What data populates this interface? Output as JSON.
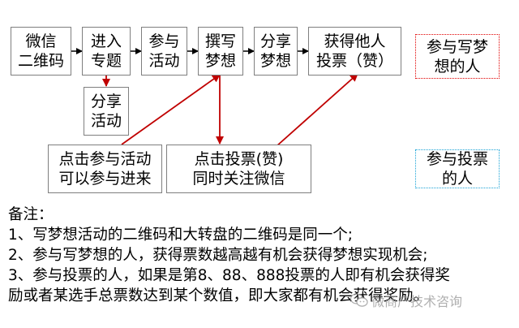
{
  "flow": {
    "wechat_qr": "微信\n二维码",
    "enter_topic": "进入\n专题",
    "join_activity": "参与\n活动",
    "write_dream": "撰写\n梦想",
    "share_dream": "分享\n梦想",
    "get_votes": "获得他人\n投票（赞）",
    "share_activity": "分享\n活动",
    "click_join": "点击参与活动\n可以参与进来",
    "click_vote": "点击投票(赞)\n同时关注微信"
  },
  "legend": {
    "dream_writer": "参与写梦\n想的人",
    "dream_writer_color": "#e00000",
    "voter": "参与投票\n的人",
    "voter_color": "#1aa3d6"
  },
  "arrow_colors": {
    "main": "#000000",
    "vote": "#c00000"
  },
  "notes": {
    "title": "备注：",
    "line1": "1、写梦想活动的二维码和大转盘的二维码是同一个;",
    "line2": "2、参与写梦想的人，获得票数越高越有机会获得梦想实现机会;",
    "line3": "3、参与投票的人，如果是第8、88、888投票的人即有机会获得奖",
    "line4": "励或者某选手总票数达到某个数值，即大家都有机会获得奖励。"
  },
  "watermark": {
    "text": "微商产技术咨询",
    "icon": "wechat-logo-icon"
  }
}
